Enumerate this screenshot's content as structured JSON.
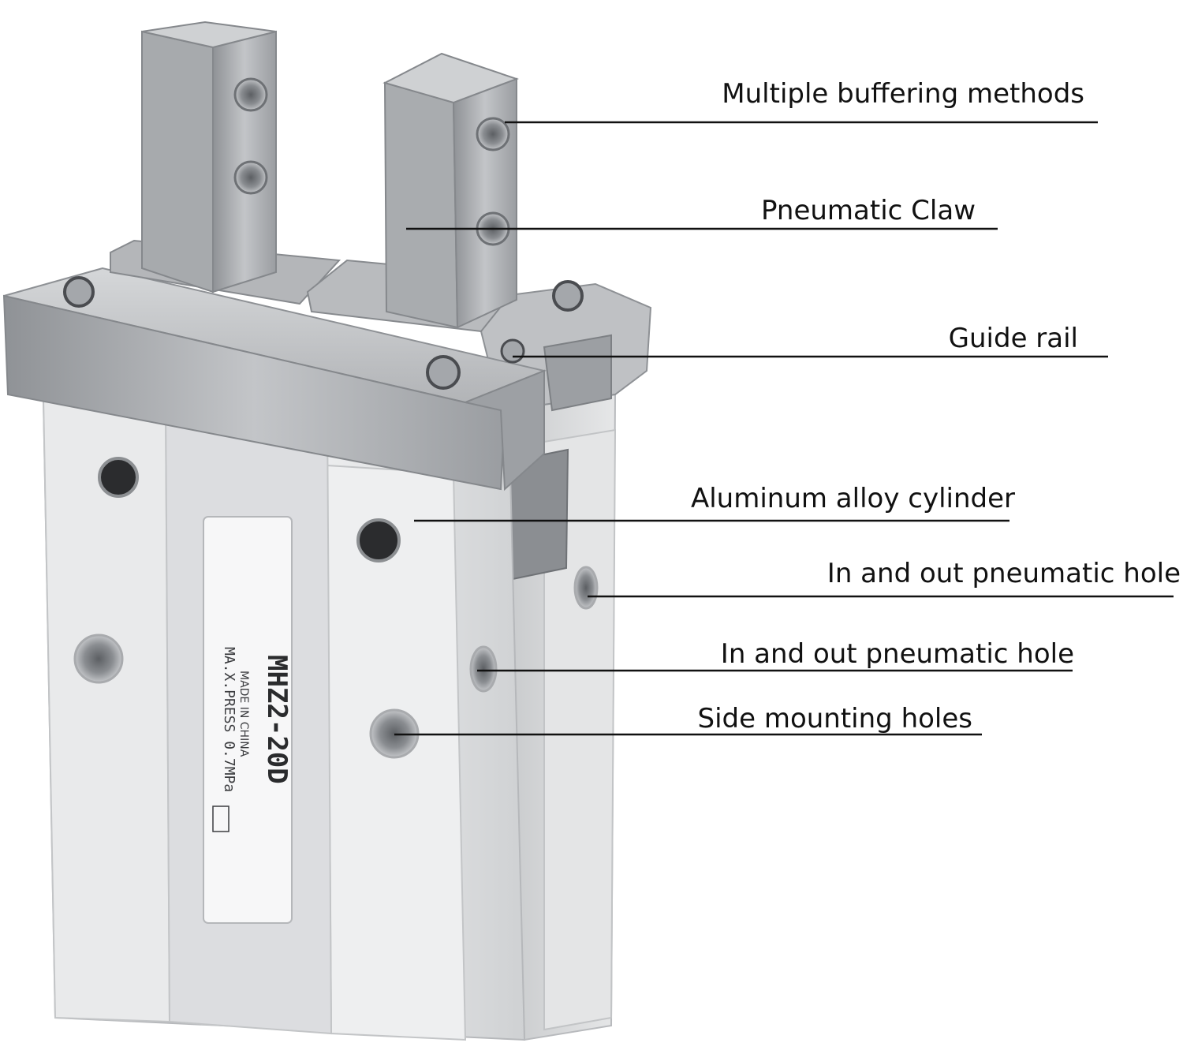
{
  "callouts": [
    {
      "id": "buffering",
      "label": "Multiple buffering methods"
    },
    {
      "id": "claw",
      "label": "Pneumatic Claw"
    },
    {
      "id": "rail",
      "label": "Guide rail"
    },
    {
      "id": "cylinder",
      "label": "Aluminum alloy cylinder"
    },
    {
      "id": "port-upper",
      "label": "In and out pneumatic hole"
    },
    {
      "id": "port-lower",
      "label": "In and out pneumatic hole"
    },
    {
      "id": "side-holes",
      "label": "Side mounting holes"
    }
  ],
  "product_label": {
    "model": "MHZ2-20D",
    "origin": "MADE IN CHINA",
    "pressure": "MA.X.PRESS 0.7MPa"
  }
}
